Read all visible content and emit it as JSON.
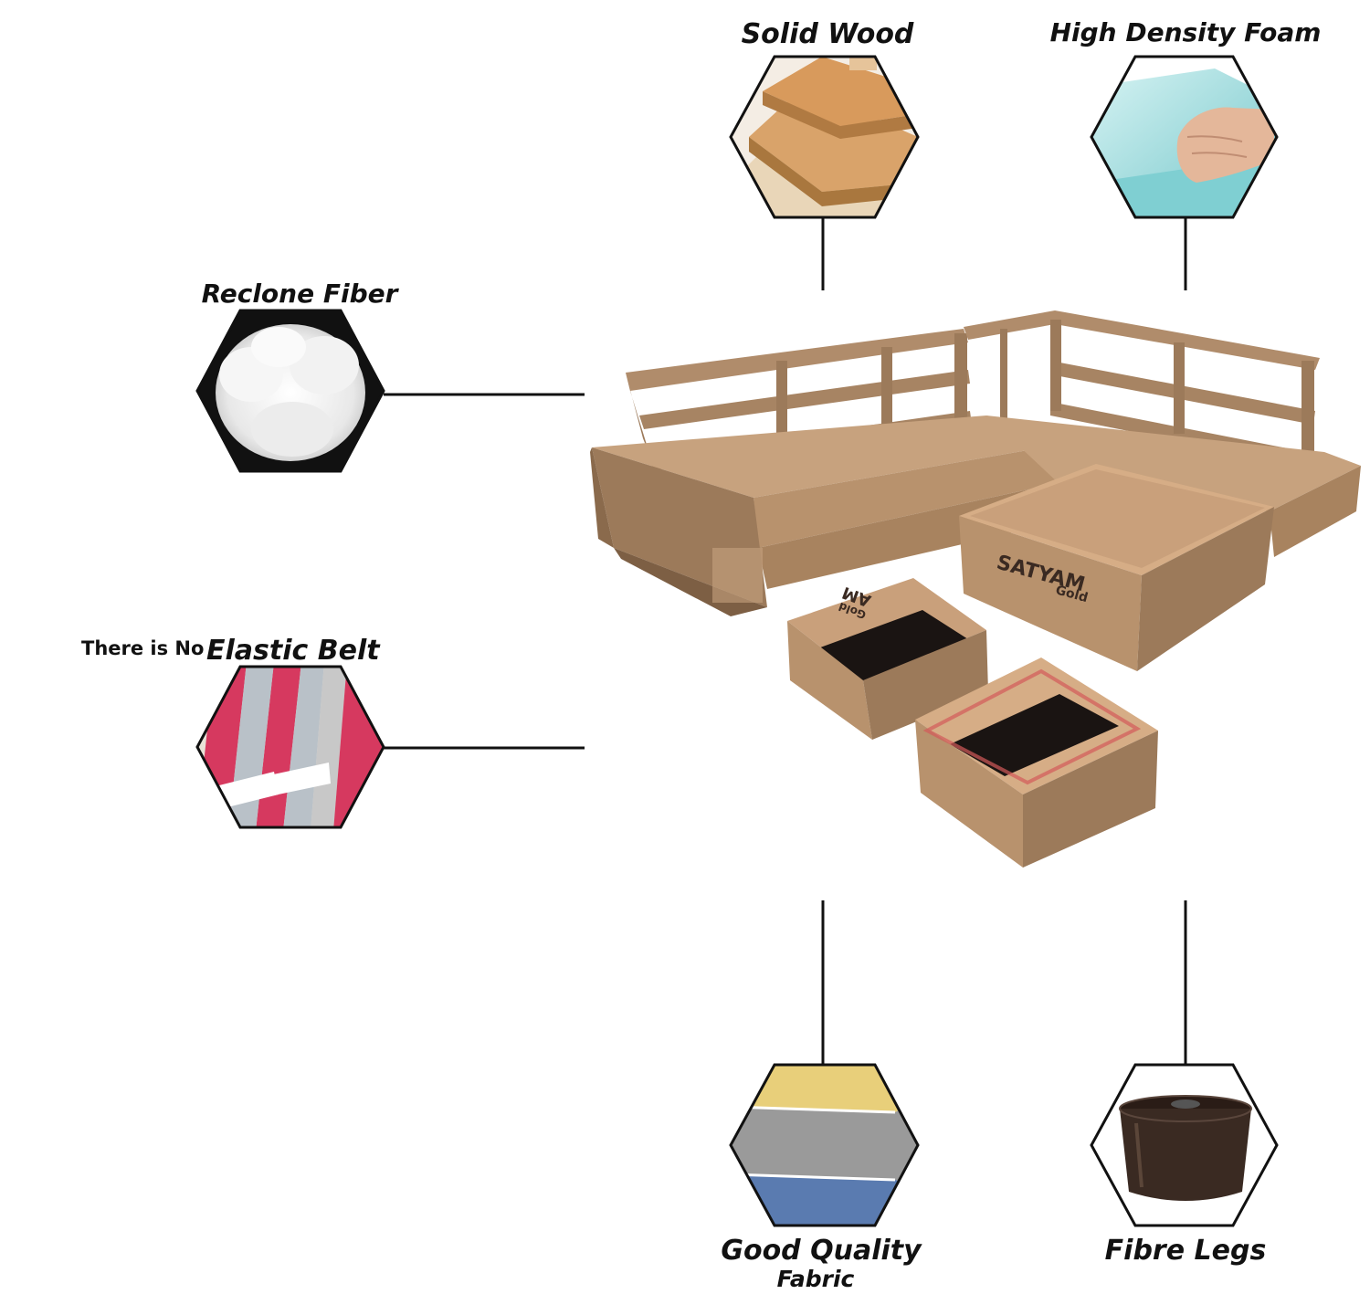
{
  "features": {
    "solid_wood": {
      "label": "Solid Wood",
      "icon": "plywood-layers-icon"
    },
    "high_density_foam": {
      "label": "High Density Foam",
      "icon": "foam-hand-press-icon"
    },
    "reclone_fiber": {
      "label": "Reclone Fiber",
      "icon": "fiber-fluff-icon"
    },
    "elastic_belt": {
      "prefix": "There is No",
      "label": "Elastic Belt",
      "icon": "elastic-belt-icon"
    },
    "fabric": {
      "label_line1": "Good Quality",
      "label_line2": "Fabric",
      "icon": "fabric-swatches-icon"
    },
    "fibre_legs": {
      "label": "Fibre Legs",
      "icon": "sofa-leg-icon"
    }
  },
  "product": {
    "brand_text": "SATYAM",
    "brand_subtext": "Gold",
    "alt_text_fragment": "AM",
    "alt_sub_fragment": "Gold"
  },
  "colors": {
    "wood": "#c7a27e",
    "wood_dark": "#9c7a5a",
    "foam": "#8fd4d6",
    "belt": "#d6395f",
    "fabric_yellow": "#e8cf7a",
    "fabric_grey": "#9a9a9a",
    "fabric_blue": "#5a7bb0",
    "leg": "#3a2a22"
  }
}
